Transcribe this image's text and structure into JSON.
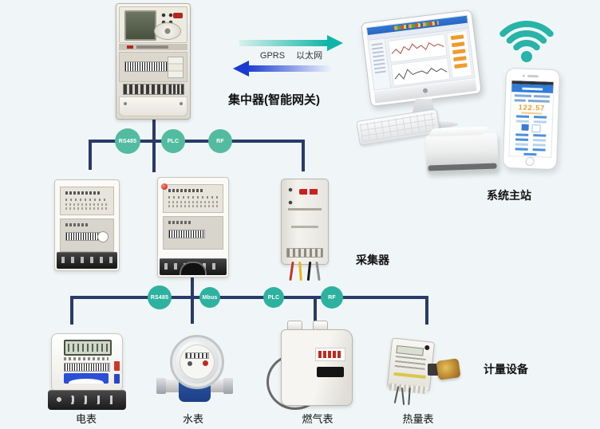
{
  "diagram": {
    "title_labels": {
      "concentrator": "集中器(智能网关)",
      "collector": "采集器",
      "main_station": "系统主站",
      "metering_devices": "计量设备"
    },
    "uplink": {
      "protocols": [
        "GPRS",
        "以太网"
      ]
    },
    "bus1": {
      "nodes": [
        "RS485",
        "PLC",
        "RF"
      ]
    },
    "bus2": {
      "nodes": [
        "RS485",
        "Mbus",
        "PLC",
        "RF"
      ]
    },
    "meters": [
      {
        "label": "电表"
      },
      {
        "label": "水表"
      },
      {
        "label": "燃气表"
      },
      {
        "label": "热量表"
      }
    ],
    "phone": {
      "reading": "122.57"
    },
    "icons": {
      "wifi": "wifi-icon"
    },
    "colors": {
      "background": "#f0f6f7",
      "bus_line": "#2a3a69",
      "bus_node_top": "#53bca0",
      "bus_node_bottom": "#2eb2a0",
      "wifi_teal": "#28b4a8",
      "arrow_teal": "#0fb6a7",
      "arrow_blue": "#1e3fd2",
      "phone_reading_orange": "#f59a23",
      "dashboard_blue": "#2f74d0"
    }
  }
}
